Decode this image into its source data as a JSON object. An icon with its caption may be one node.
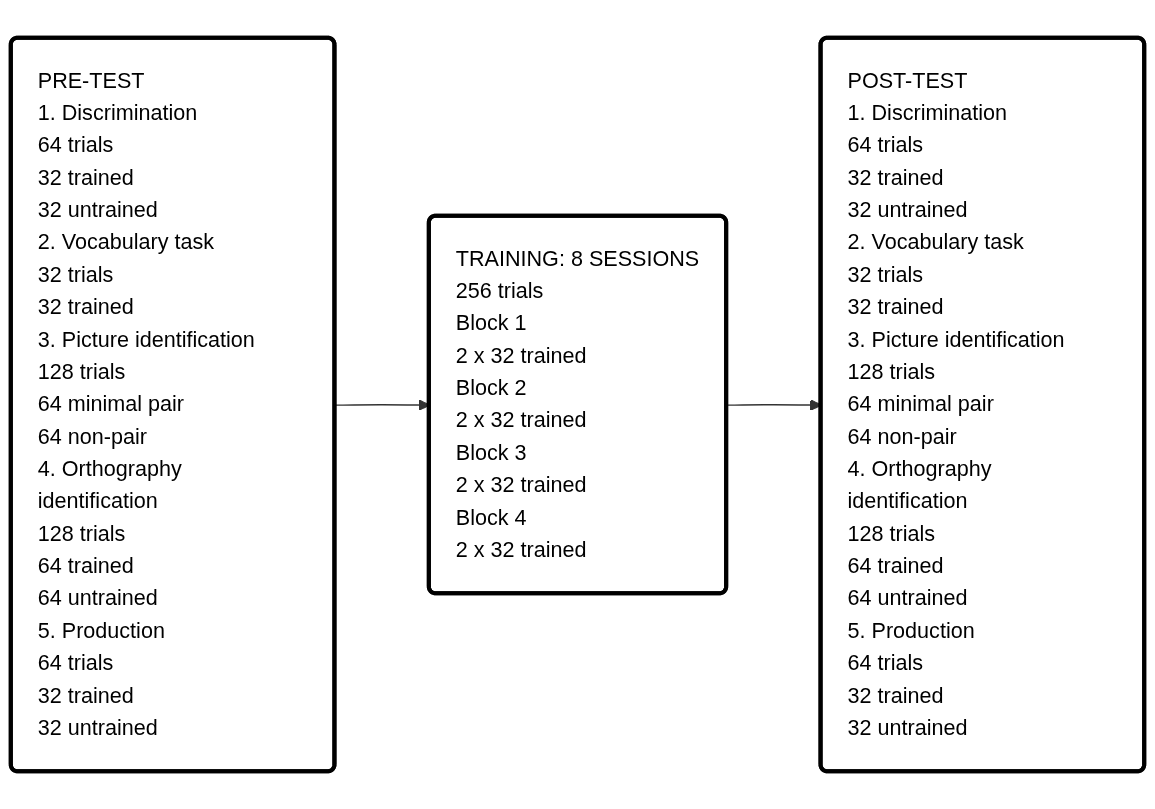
{
  "diagram": {
    "nodes": [
      {
        "text": [
          "PRE-TEST",
          "1. Discrimination",
          "64 trials",
          "32 trained",
          "32 untrained",
          "2. Vocabulary task",
          "32 trials",
          "32 trained",
          "3. Picture identification",
          "128 trials",
          "64 minimal pair",
          "64 non-pair",
          "4. Orthography identification",
          "128 trials",
          "64 trained",
          "64 untrained",
          "5. Production",
          "64 trials",
          "32 trained",
          "32 untrained"
        ]
      },
      {
        "text": [
          "TRAINING: 8 SESSIONS",
          "256 trials",
          "Block 1",
          "2 x 32 trained",
          "Block 2",
          "2 x 32 trained",
          "Block 3",
          "2 x 32 trained",
          "Block 4",
          "2 x 32 trained"
        ]
      },
      {
        "text": [
          "POST-TEST",
          "1. Discrimination",
          "64 trials",
          "32 trained",
          "32 untrained",
          "2. Vocabulary task",
          "32 trials",
          "32 trained",
          "3. Picture identification",
          "128 trials",
          "64 minimal pair",
          "64 non-pair",
          "4. Orthography identification",
          "128 trials",
          "64 trained",
          "64 untrained",
          "5. Production",
          "64 trials",
          "32 trained",
          "32 untrained"
        ]
      }
    ],
    "edges": [
      {
        "from": 0,
        "to": 1,
        "arrow": "to"
      },
      {
        "from": 1,
        "to": 2,
        "arrow": "to"
      }
    ]
  }
}
